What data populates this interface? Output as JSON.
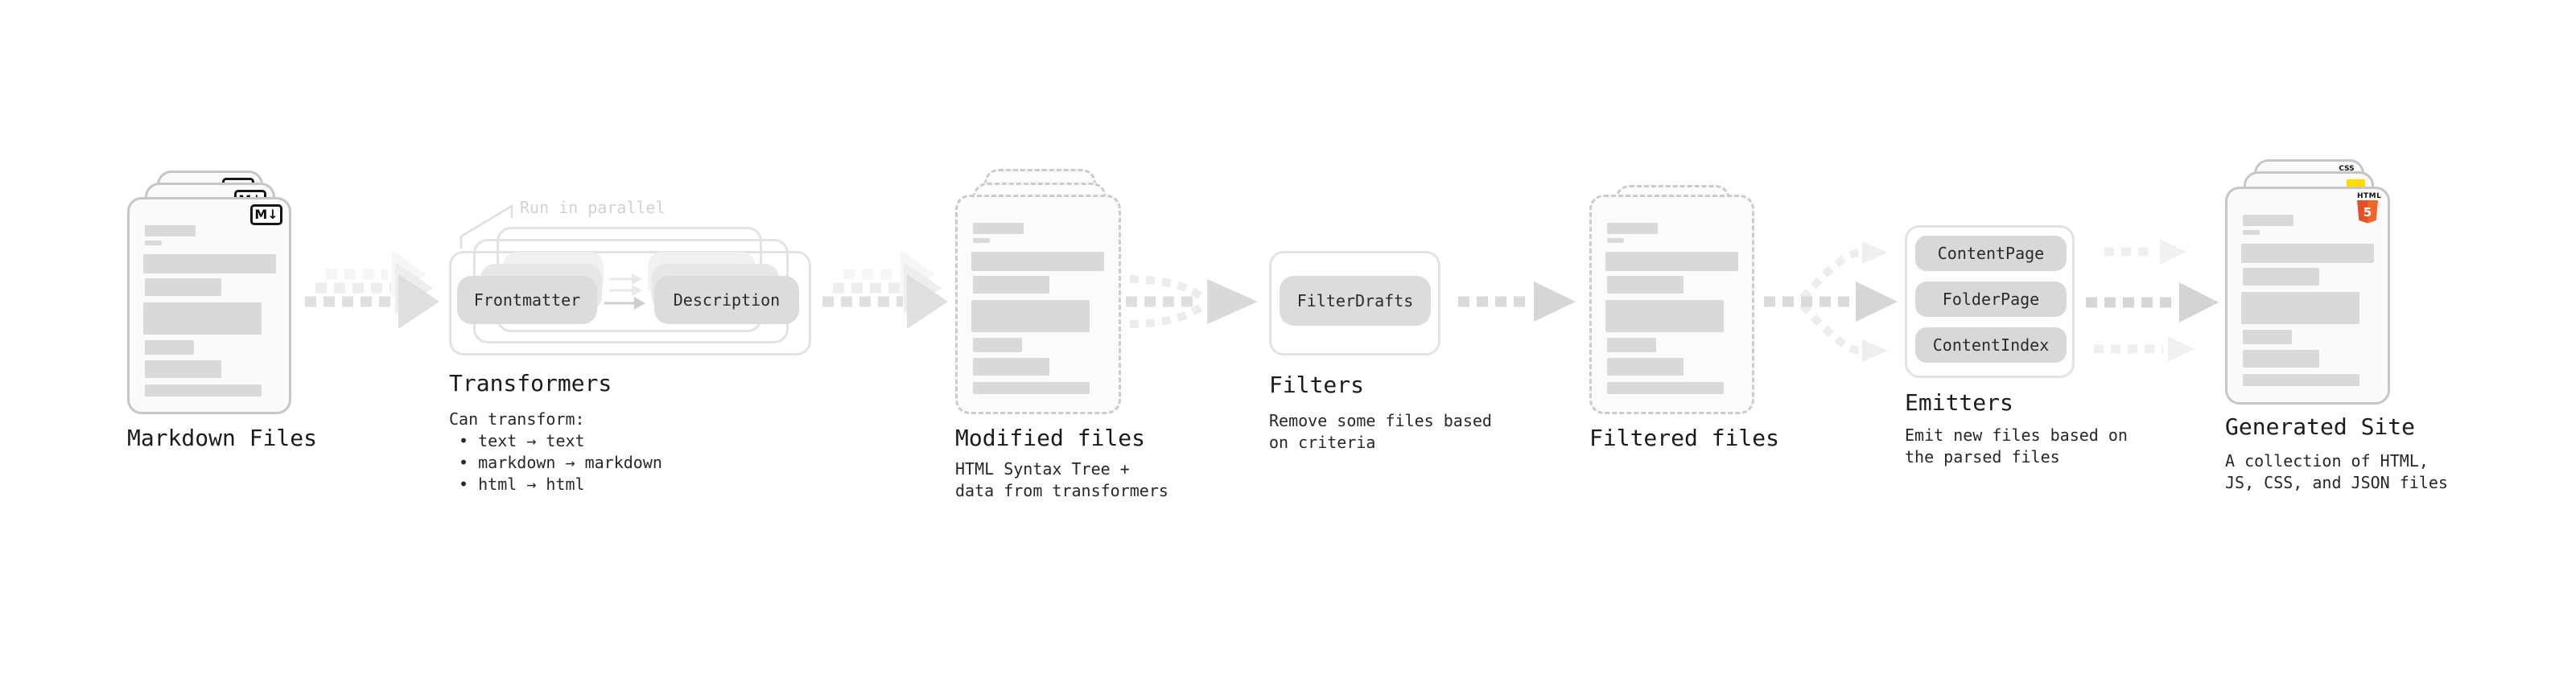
{
  "stages": {
    "markdown": {
      "label": "Markdown Files",
      "badge": "M↓"
    },
    "transformers": {
      "label": "Transformers",
      "annotation": "Run in parallel",
      "pill_left": "Frontmatter",
      "pill_right": "Description",
      "description": "Can transform:\n • text → text\n • markdown → markdown\n • html → html"
    },
    "modified": {
      "label": "Modified files",
      "description": "HTML Syntax Tree +\ndata from transformers"
    },
    "filters": {
      "label": "Filters",
      "pill": "FilterDrafts",
      "description": "Remove some files based\non criteria"
    },
    "filtered": {
      "label": "Filtered files"
    },
    "emitters": {
      "label": "Emitters",
      "pills": [
        "ContentPage",
        "FolderPage",
        "ContentIndex"
      ],
      "description": "Emit new files based on\nthe parsed files"
    },
    "generated": {
      "label": "Generated Site",
      "description": "A collection of HTML,\nJS, CSS, and JSON files",
      "css_badge_label": "CSS",
      "html_badge_label": "HTML",
      "html_badge_number": "5"
    }
  },
  "colors": {
    "html5_orange": "#E34F26",
    "html5_orange_light": "#F16529",
    "js_yellow": "#FFDC00",
    "css_blue": "#2767F4",
    "skeleton_gray": "#d9d9d9"
  }
}
